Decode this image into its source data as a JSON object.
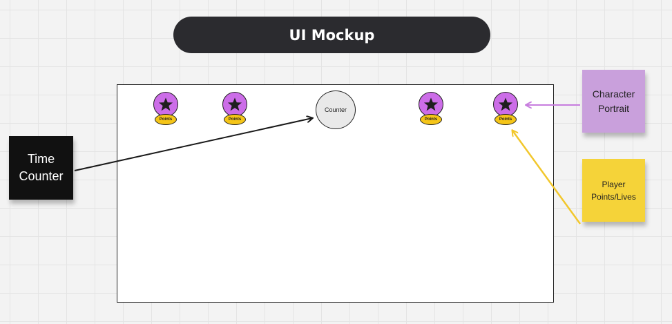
{
  "title": "UI Mockup",
  "colors": {
    "title_pill": "#2b2b2f",
    "portrait": "#cc6de8",
    "points": "#f5c518",
    "counter": "#e9e9e9",
    "sticky_time": "#111111",
    "sticky_portrait": "#c9a0dc",
    "sticky_points": "#f5d339",
    "arrow_black": "#1a1a1a",
    "arrow_purple": "#c77dde",
    "arrow_yellow": "#f2c72c"
  },
  "mockup": {
    "counter_label": "Counter",
    "players": [
      {
        "icon": "star-icon",
        "points_label": "Points"
      },
      {
        "icon": "star-icon",
        "points_label": "Points"
      },
      {
        "icon": "star-icon",
        "points_label": "Points"
      },
      {
        "icon": "star-icon",
        "points_label": "Points"
      }
    ]
  },
  "notes": {
    "time_counter": "Time Counter",
    "character_portrait": "Character Portrait",
    "player_points": "Player Points/Lives"
  }
}
